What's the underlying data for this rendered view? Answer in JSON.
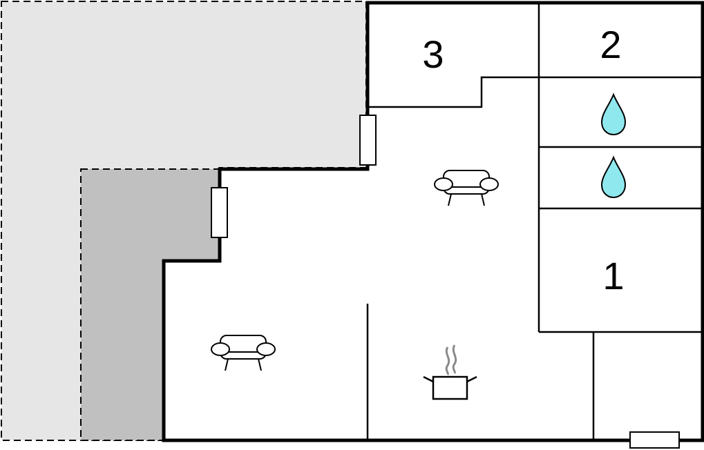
{
  "rooms": {
    "bedroom_3": {
      "label": "3",
      "icon": "bedroom-number"
    },
    "bedroom_2": {
      "label": "2",
      "icon": "bedroom-number"
    },
    "bedroom_1": {
      "label": "1",
      "icon": "bedroom-number"
    },
    "bathroom_upper": {
      "icon": "water-drop-icon"
    },
    "bathroom_lower": {
      "icon": "water-drop-icon"
    },
    "living_room": {
      "icon": "sofa-icon"
    },
    "lounge": {
      "icon": "sofa-icon"
    },
    "kitchen": {
      "icon": "cooking-pot-icon"
    }
  },
  "colors": {
    "wall": "#000000",
    "terrace_light": "#e6e6e6",
    "terrace_dark": "#c0c0c0",
    "water": "#8fe8ee",
    "steam": "#8a8a8a",
    "floor": "#ffffff"
  }
}
